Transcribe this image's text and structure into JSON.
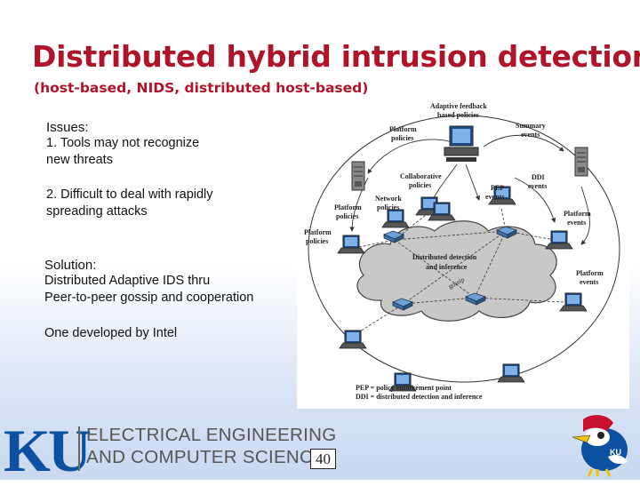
{
  "slide": {
    "title": "Distributed hybrid intrusion detection",
    "subtitle": "(host-based, NIDS, distributed host-based)",
    "issues_heading": "Issues",
    "issue_1_line_1": "1. Tools may not recognize",
    "issue_1_line_2": "new threats",
    "issue_2_line_1": "2. Difficult to deal with rapidly",
    "issue_2_line_2": "spreading attacks",
    "solution_heading": "Solution",
    "solution_line_1": "Distributed Adaptive IDS thru",
    "solution_line_2": "Peer-to-peer gossip and cooperation",
    "note": "One developed by Intel",
    "page_number": "40"
  },
  "diagram": {
    "labels": {
      "adaptive_feedback_1": "Adaptive feedback",
      "adaptive_feedback_2": "based policies",
      "platform_policies_top_1": "Platform",
      "platform_policies_top_2": "policies",
      "summary_events_1": "Summary",
      "summary_events_2": "events",
      "collaborative_1": "Collaborative",
      "collaborative_2": "policies",
      "ddi_events_1": "DDI",
      "ddi_events_2": "events",
      "pep_events_1": "PEP",
      "pep_events_2": "events",
      "network_policies_1": "Network",
      "network_policies_2": "policies",
      "platform_policies_left_1": "Platform",
      "platform_policies_left_2": "policies",
      "platform_events_right_1": "Platform",
      "platform_events_right_2": "events",
      "platform_policies_far_1": "Platform",
      "platform_policies_far_2": "policies",
      "cloud_1": "Distributed detection",
      "cloud_2": "and inference",
      "gossip": "gossip",
      "platform_events_low_1": "Platform",
      "platform_events_low_2": "events",
      "legend_1": "PEP = policy enforcement point",
      "legend_2": "DDI = distributed detection and inference"
    }
  },
  "footer": {
    "logo_letters": "KU",
    "dept_line_1": "ELECTRICAL ENGINEERING",
    "dept_line_2": "AND COMPUTER SCIENCE"
  },
  "colors": {
    "title": "#b0142a",
    "ku_blue": "#0c51a1",
    "cloud": "#c8c8c8"
  }
}
